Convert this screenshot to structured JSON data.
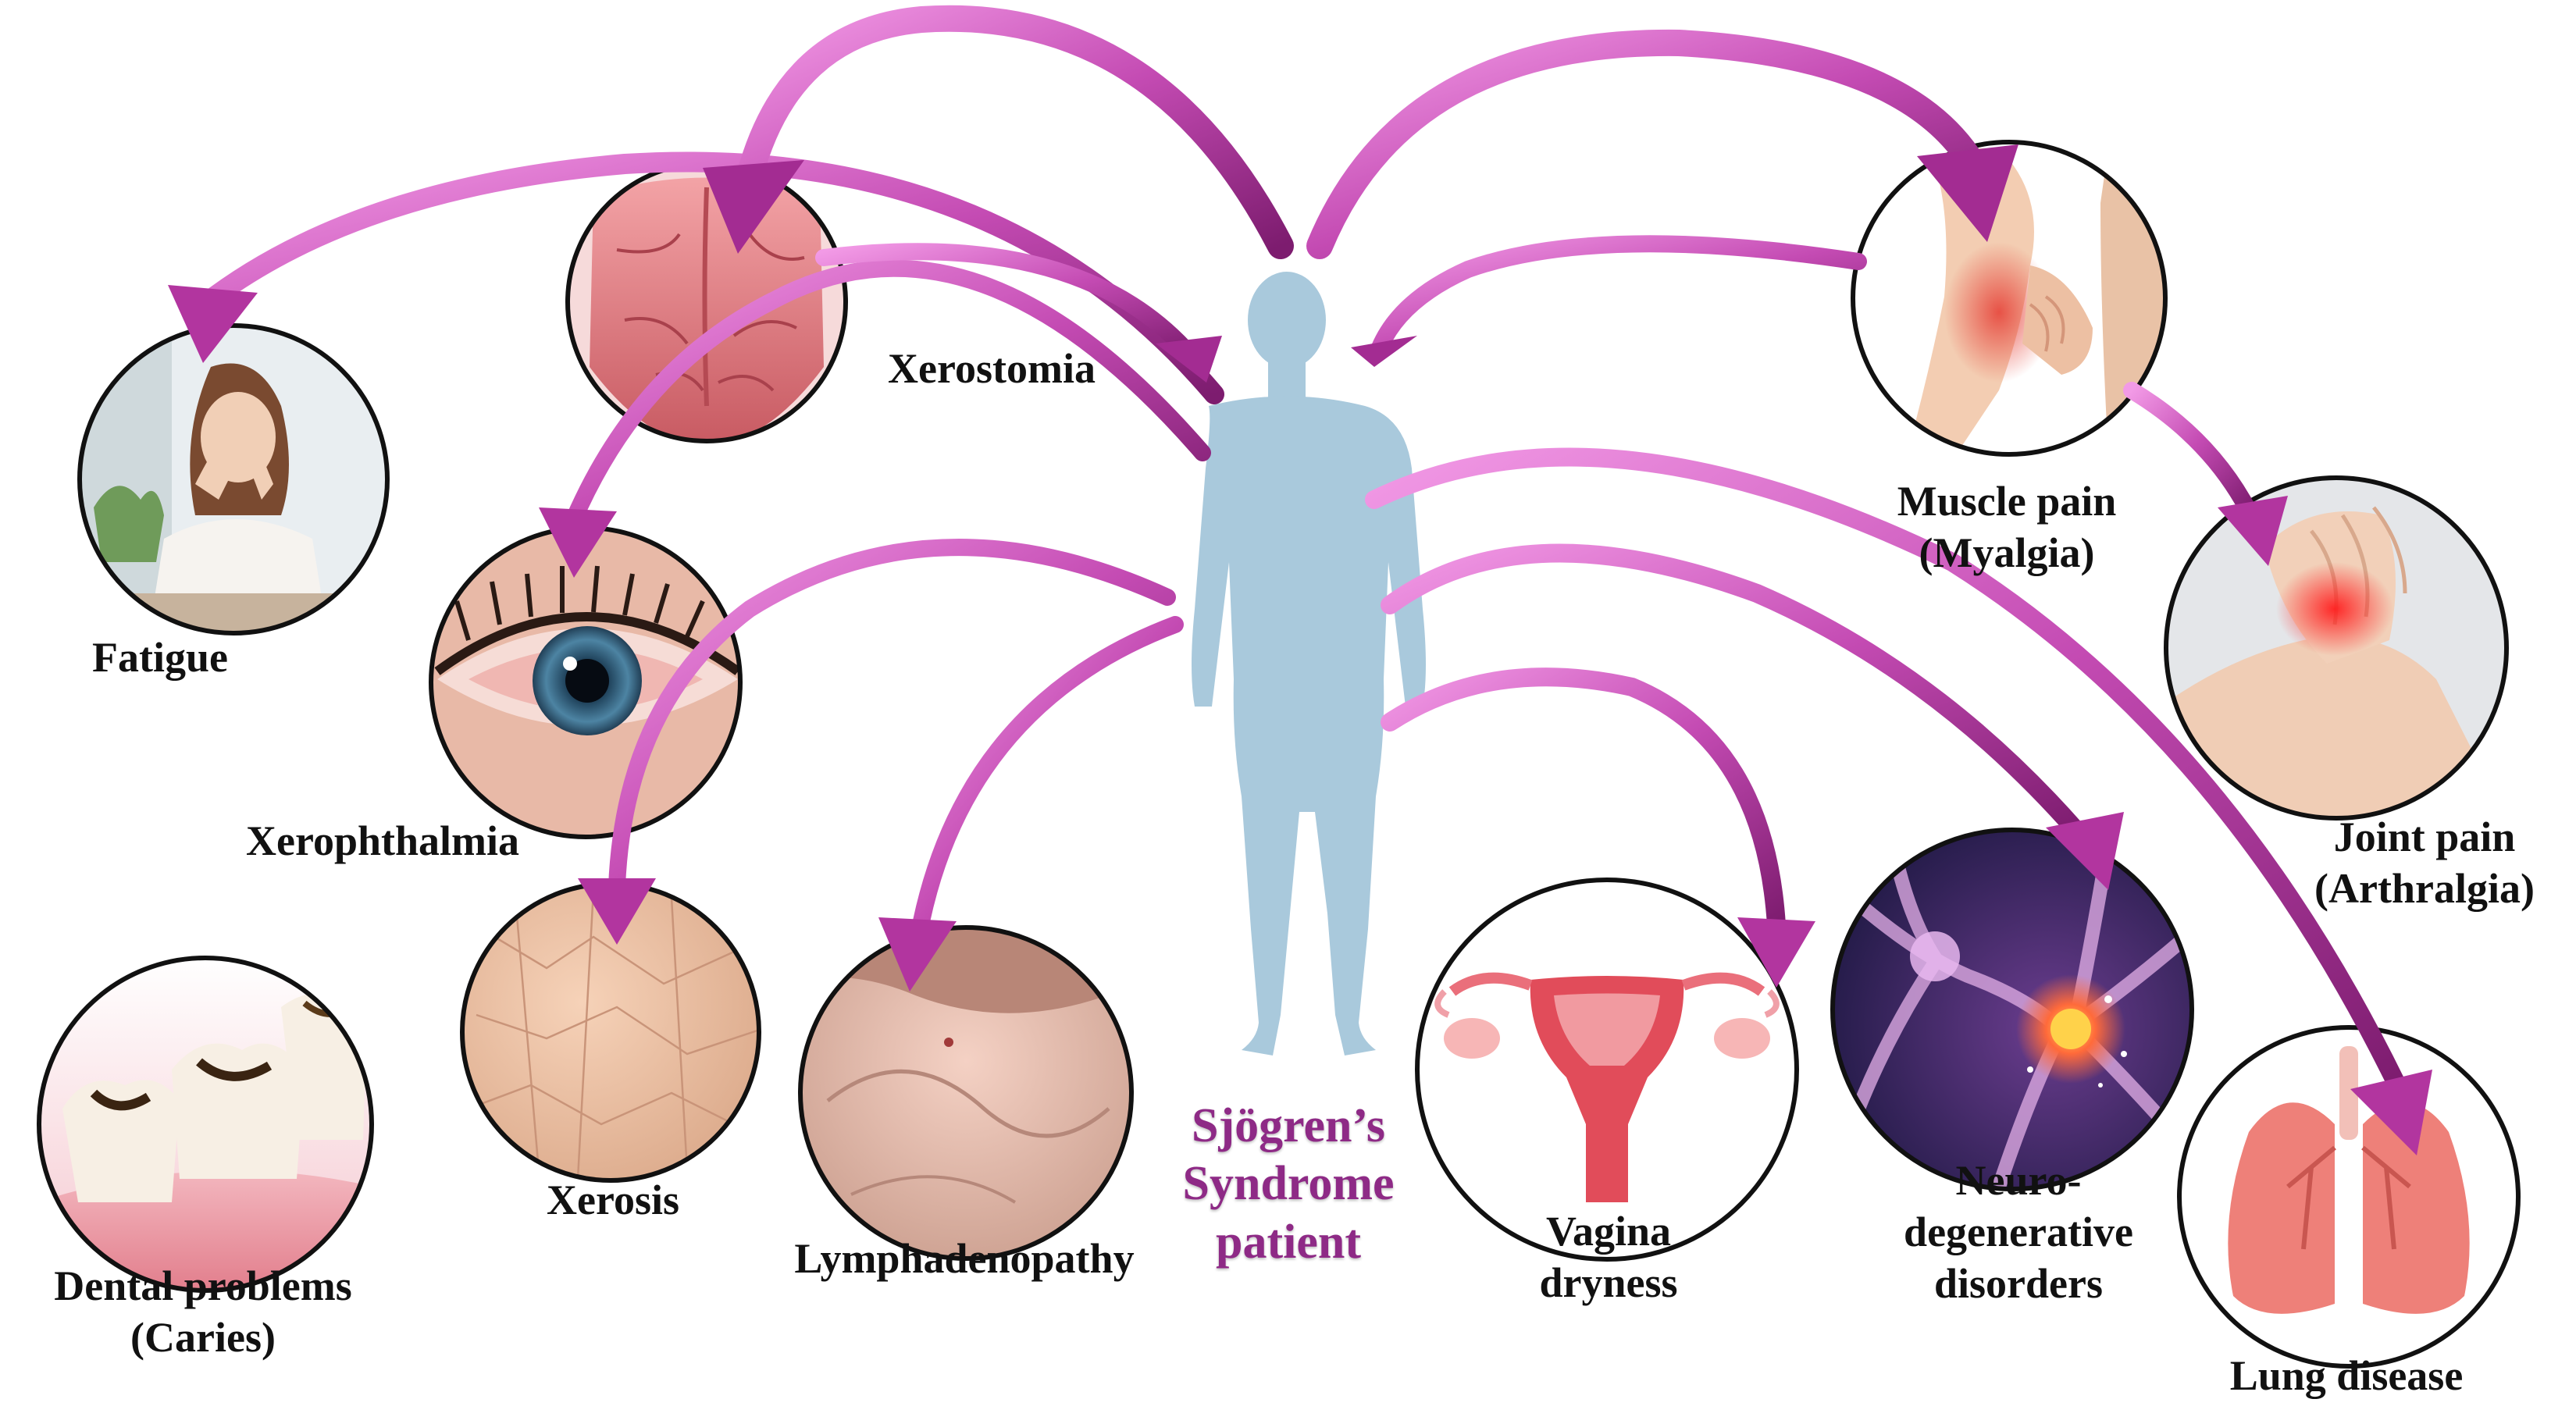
{
  "title": {
    "line1": "Sjögren’s",
    "line2": "Syndrome",
    "line3": "patient"
  },
  "colors": {
    "arrow": "#b2359f",
    "arrow_light": "#e77fd8",
    "body_silhouette": "#a9c9dc",
    "title_text": "#8e2a86"
  },
  "symptoms": {
    "xerostomia": {
      "label": "Xerostomia",
      "image": "dry-tongue-photo"
    },
    "fatigue": {
      "label": "Fatigue",
      "image": "tired-woman-photo"
    },
    "xerophthalmia": {
      "label": "Xerophthalmia",
      "image": "red-dry-eye-photo"
    },
    "xerosis": {
      "label": "Xerosis",
      "image": "dry-skin-photo"
    },
    "dental": {
      "line1": "Dental problems",
      "line2": "(Caries)",
      "image": "decayed-teeth-illustration"
    },
    "lymphadenopathy": {
      "label": "Lymphadenopathy",
      "image": "swollen-neck-photo"
    },
    "vagina": {
      "line1": "Vagina",
      "line2": "dryness",
      "image": "uterus-illustration"
    },
    "neuro": {
      "line1": "Neuro-",
      "line2": "degenerative",
      "line3": "disorders",
      "image": "neurons-illustration"
    },
    "lung": {
      "label": "Lung disease",
      "image": "lungs-illustration"
    },
    "muscle": {
      "line1": "Muscle pain",
      "line2": "(Myalgia)",
      "image": "arm-muscle-photo"
    },
    "joint": {
      "line1": "Joint pain",
      "line2": "(Arthralgia)",
      "image": "knee-joint-photo"
    }
  }
}
